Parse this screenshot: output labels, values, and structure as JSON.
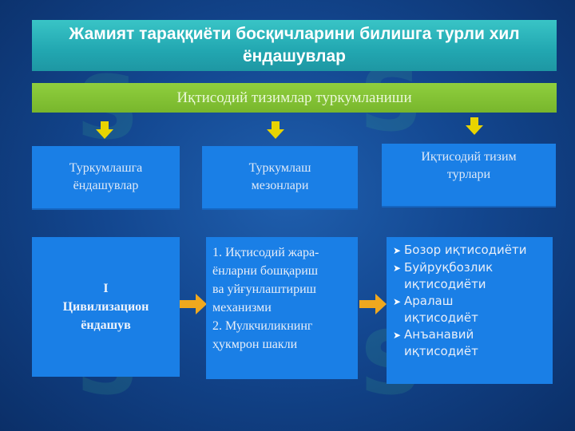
{
  "title": "Жамият тараққиёти босқичларини билишга турли хил ёндашувлар",
  "subtitle": "Иқтисодий тизимлар туркумланиши",
  "top_boxes": [
    {
      "line1": "Туркумлашга",
      "line2": "ёндашувлар"
    },
    {
      "line1": "Туркумлаш",
      "line2": "мезонлари"
    },
    {
      "line1": "Иқтисодий тизим",
      "line2": "турлари"
    }
  ],
  "civ_box": {
    "number": "I",
    "line1": "Цивилизацион",
    "line2": "ёндашув"
  },
  "mech_box": {
    "lines": [
      "1. Иқтисодий жара-",
      "ёнларни бошқариш",
      "ва уйғунлаштириш",
      "механизми",
      "2. Мулкчиликнинг",
      "ҳукмрон шакли"
    ]
  },
  "types_box": {
    "items": [
      {
        "line1": "Бозор иқтисодиёти",
        "line2": ""
      },
      {
        "line1": "Буйруқбозлик",
        "line2": "иқтисодиёти"
      },
      {
        "line1": "Аралаш",
        "line2": "иқтисодиёт"
      },
      {
        "line1": "Анъанавий",
        "line2": "иқтисодиёт"
      }
    ]
  },
  "colors": {
    "accent_green": "#8fcf3e",
    "arrow_yellow": "#e8d400",
    "arrow_orange": "#f0a81e",
    "box_blue": "#1a7fe6"
  }
}
